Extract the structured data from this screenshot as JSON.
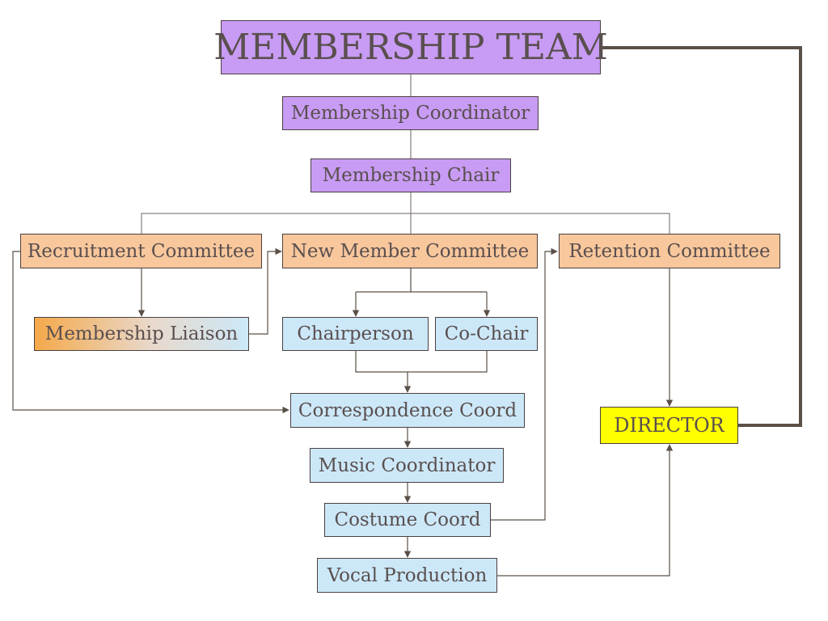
{
  "diagram": {
    "nodes": {
      "membership_team": "MEMBERSHIP TEAM",
      "membership_coordinator": "Membership Coordinator",
      "membership_chair": "Membership Chair",
      "recruitment_committee": "Recruitment Committee",
      "new_member_committee": "New Member Committee",
      "retention_committee": "Retention Committee",
      "membership_liaison": "Membership Liaison",
      "chairperson": "Chairperson",
      "co_chair": "Co-Chair",
      "correspondence_coord": "Correspondence Coord",
      "music_coordinator": "Music Coordinator",
      "costume_coord": "Costume Coord",
      "vocal_production": "Vocal Production",
      "director": "DIRECTOR"
    },
    "colors": {
      "purple": "#c89cf4",
      "orange": "#f8c79c",
      "blue": "#cce8f8",
      "yellow": "#ffff00",
      "connector": "#5a5047"
    }
  }
}
